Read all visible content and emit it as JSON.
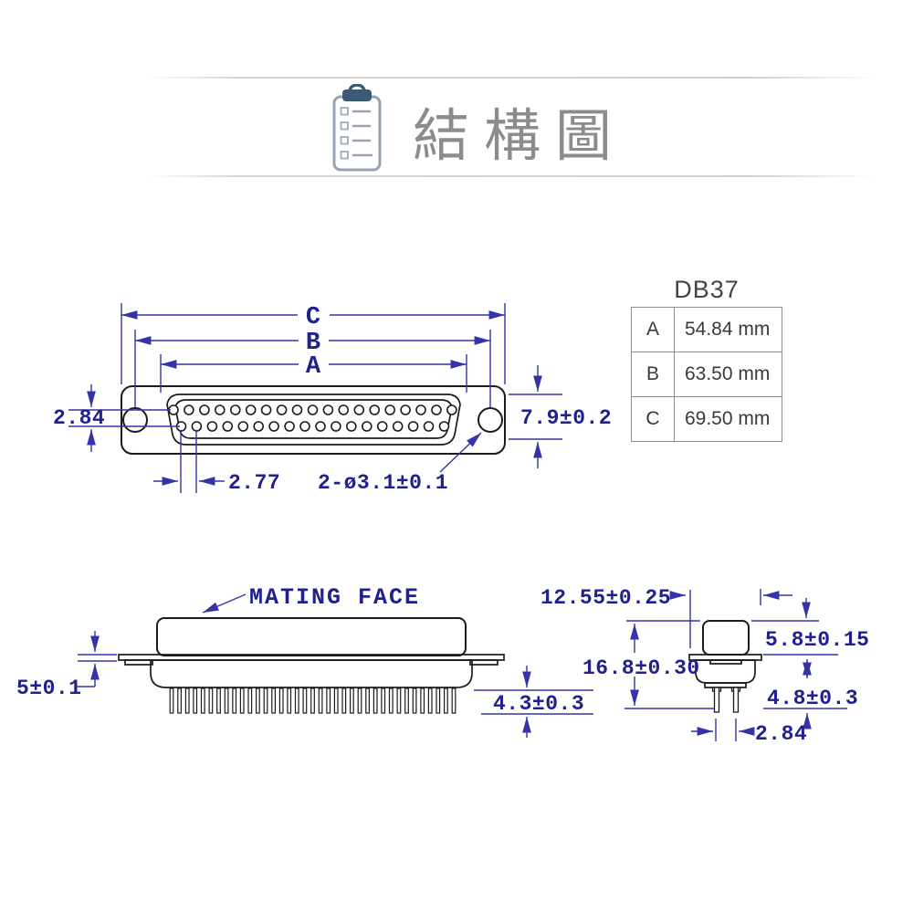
{
  "header": {
    "title": "結構圖",
    "icon": "clipboard-checklist-icon"
  },
  "spec_table": {
    "title": "DB37",
    "rows": [
      {
        "param": "A",
        "value": "54.84 mm"
      },
      {
        "param": "B",
        "value": "63.50 mm"
      },
      {
        "param": "C",
        "value": "69.50 mm"
      }
    ]
  },
  "top_view": {
    "dim_c_label": "C",
    "dim_b_label": "B",
    "dim_a_label": "A",
    "row_spacing": "2.84",
    "shell_height": "7.9±0.2",
    "pin_pitch": "2.77",
    "mounting_holes": "2-ø3.1±0.1",
    "pins_top_row": 19,
    "pins_bottom_row": 18
  },
  "side_view": {
    "mating_face_label": "MATING FACE",
    "bracket_offset": "5±0.1",
    "pin_length": "4.3±0.3",
    "pin_count": 37
  },
  "end_view": {
    "depth": "12.55±0.25",
    "shell_height": "5.8±0.15",
    "overall_height": "16.8±0.30",
    "pin_length": "4.8±0.3",
    "pin_row_spacing": "2.84"
  },
  "colors": {
    "geometry": "#1b1b1b",
    "dimension_line": "#3434a8",
    "dimension_text": "#20208e",
    "header_text": "#8c8c8c",
    "table_border": "#8d8d8d",
    "clip_color": "#3c5a73"
  }
}
